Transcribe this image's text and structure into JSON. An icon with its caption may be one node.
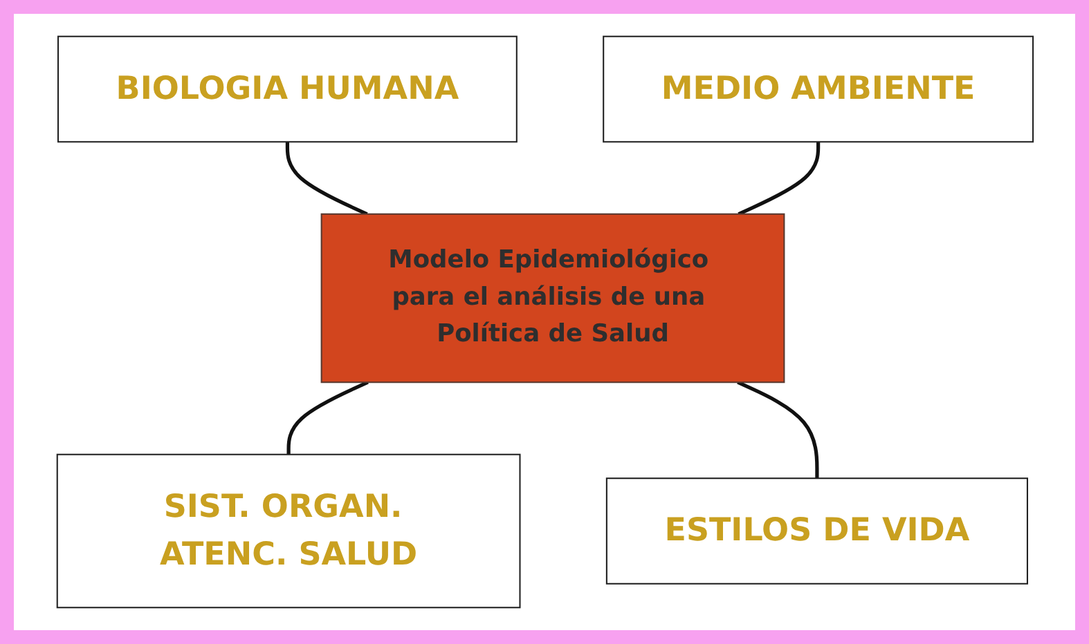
{
  "diagram": {
    "nodes": [
      {
        "text": [
          "BIOLOGIA HUMANA"
        ]
      },
      {
        "text": [
          "MEDIO AMBIENTE"
        ]
      },
      {
        "text": [
          "Modelo Epidemiológico para el análisis de una Política de Salud"
        ]
      },
      {
        "text": [
          "SIST. ORGAN. ATENC. SALUD"
        ]
      },
      {
        "text": [
          "ESTILOS DE VIDA"
        ]
      }
    ],
    "edges": [
      {
        "from": 0,
        "to": 2,
        "arrow": "none"
      },
      {
        "from": 1,
        "to": 2,
        "arrow": "none"
      },
      {
        "from": 2,
        "to": 3,
        "arrow": "none"
      },
      {
        "from": 2,
        "to": 4,
        "arrow": "none"
      }
    ]
  }
}
